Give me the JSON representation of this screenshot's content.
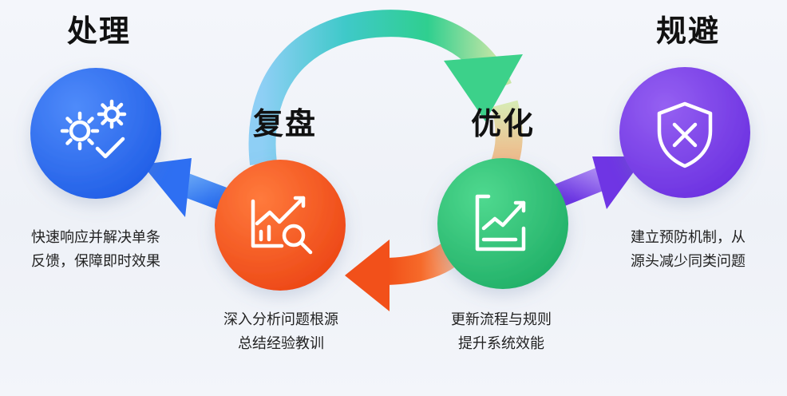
{
  "colors": {
    "blue": "#2f6ff0",
    "orange": "#f4561f",
    "green": "#2fc479",
    "purple": "#7a3ee6"
  },
  "nodes": {
    "handle": {
      "title": "处理",
      "icon": "gears-check-icon",
      "desc": [
        "快速响应并解决单条",
        "反馈，保障即时效果"
      ]
    },
    "review": {
      "title": "复盘",
      "icon": "chart-magnifier-icon",
      "desc": [
        "深入分析问题根源",
        "总结经验教训"
      ]
    },
    "optimize": {
      "title": "优化",
      "icon": "document-chart-icon",
      "desc": [
        "更新流程与规则",
        "提升系统效能"
      ]
    },
    "avoid": {
      "title": "规避",
      "icon": "shield-x-icon",
      "desc": [
        "建立预防机制，从",
        "源头减少同类问题"
      ]
    }
  }
}
